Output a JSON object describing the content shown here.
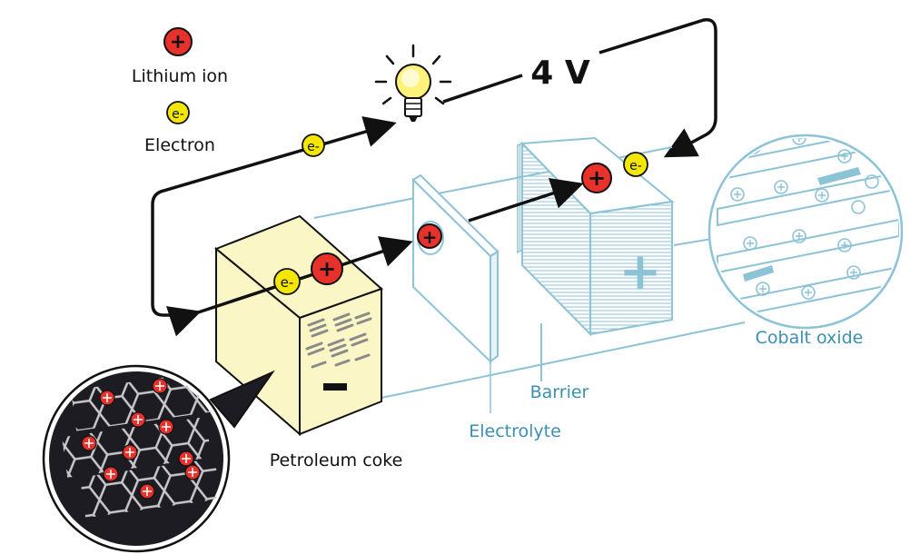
{
  "legend": {
    "ion_symbol": "+",
    "ion_label": "Lithium ion",
    "electron_symbol": "e-",
    "electron_label": "Electron"
  },
  "voltage_label": "4 V",
  "labels": {
    "anode_material": "Petroleum coke",
    "cathode_material": "Cobalt oxide",
    "barrier": "Barrier",
    "electrolyte": "Electrolyte",
    "anode_sign": "−",
    "cathode_sign": "+"
  },
  "particles": {
    "ion": "+",
    "electron": "e-"
  },
  "colors": {
    "ion_red": "#e8312a",
    "electron_yellow": "#f3e600",
    "anode_fill": "#fbf6c6",
    "cell_line": "#8cc3d6",
    "label_blue": "#3b8fb2",
    "graphite_bg": "#1c1c22"
  }
}
